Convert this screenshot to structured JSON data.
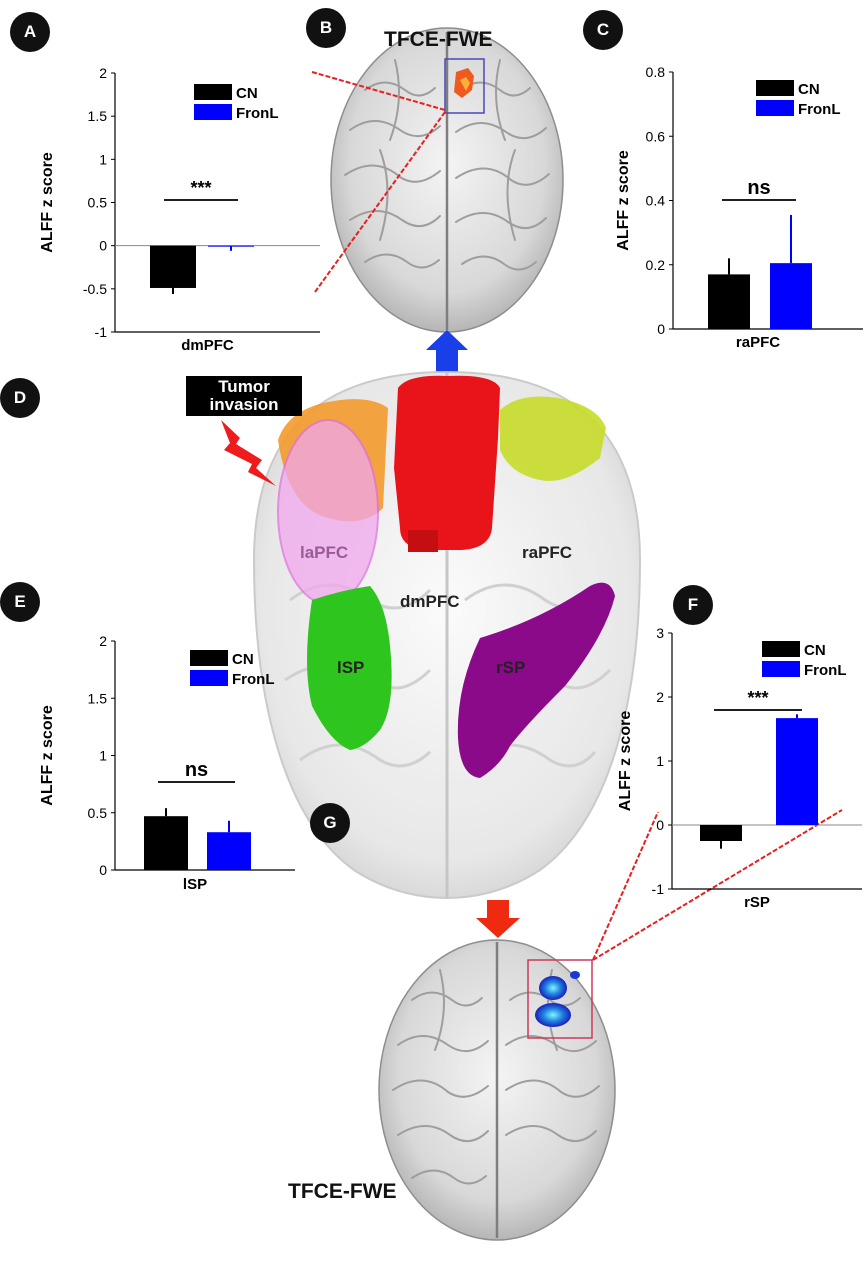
{
  "figure": {
    "panel_labels": [
      "A",
      "B",
      "C",
      "D",
      "E",
      "F",
      "G"
    ],
    "tfce_top": "TFCE-FWE",
    "tfce_bottom": "TFCE-FWE",
    "tumor_line1": "Tumor",
    "tumor_line2": "invasion",
    "regions": {
      "laPFC": "laPFC",
      "raPFC": "raPFC",
      "dmPFC": "dmPFC",
      "lSP": "lSP",
      "rSP": "rSP"
    },
    "colors": {
      "CN": "#000000",
      "FronL": "#0000ff",
      "dmPFC_roi": "#e8141a",
      "raPFC_roi": "#c6dc2a",
      "laPFC_roi": "#f39a2b",
      "lSP_roi": "#2ec51f",
      "rSP_roi": "#8a0a8a",
      "tumor_ellipse": "#f0a8ee",
      "arrow_up": "#1a3ee8",
      "arrow_down": "#f02a10"
    }
  },
  "chart_data": [
    {
      "panel": "A",
      "type": "bar",
      "xlabel": "dmPFC",
      "ylabel": "ALFF z score",
      "ylim": [
        -1,
        2
      ],
      "yticks": [
        -1,
        -0.5,
        0,
        0.5,
        1,
        1.5,
        2
      ],
      "ytick_labels": [
        "-1",
        "-0.5",
        "0",
        "0.5",
        "1",
        "1.5",
        "2"
      ],
      "legend": [
        "CN",
        "FronL"
      ],
      "legend_position": "top-right",
      "series": [
        {
          "name": "CN",
          "value": -0.49,
          "error": 0.07
        },
        {
          "name": "FronL",
          "value": -0.01,
          "error": 0.05
        }
      ],
      "significance": "***"
    },
    {
      "panel": "C",
      "type": "bar",
      "xlabel": "raPFC",
      "ylabel": "ALFF z score",
      "ylim": [
        0,
        0.8
      ],
      "yticks": [
        0,
        0.2,
        0.4,
        0.6,
        0.8
      ],
      "ytick_labels": [
        "0",
        "0.2",
        "0.4",
        "0.6",
        "0.8"
      ],
      "legend": [
        "CN",
        "FronL"
      ],
      "legend_position": "top-right",
      "series": [
        {
          "name": "CN",
          "value": 0.17,
          "error": 0.05
        },
        {
          "name": "FronL",
          "value": 0.205,
          "error": 0.15
        }
      ],
      "significance": "ns"
    },
    {
      "panel": "E",
      "type": "bar",
      "xlabel": "lSP",
      "ylabel": "ALFF z score",
      "ylim": [
        0,
        2
      ],
      "yticks": [
        0,
        0.5,
        1,
        1.5,
        2
      ],
      "ytick_labels": [
        "0",
        "0.5",
        "1",
        "1.5",
        "2"
      ],
      "legend": [
        "CN",
        "FronL"
      ],
      "legend_position": "top-right",
      "series": [
        {
          "name": "CN",
          "value": 0.47,
          "error": 0.07
        },
        {
          "name": "FronL",
          "value": 0.33,
          "error": 0.1
        }
      ],
      "significance": "ns"
    },
    {
      "panel": "F",
      "type": "bar",
      "xlabel": "rSP",
      "ylabel": "ALFF z score",
      "ylim": [
        -1,
        3
      ],
      "yticks": [
        -1,
        0,
        1,
        2,
        3
      ],
      "ytick_labels": [
        "-1",
        "0",
        "1",
        "2",
        "3"
      ],
      "legend": [
        "CN",
        "FronL"
      ],
      "legend_position": "top-right",
      "series": [
        {
          "name": "CN",
          "value": -0.25,
          "error": 0.12
        },
        {
          "name": "FronL",
          "value": 1.67,
          "error": 0.06
        }
      ],
      "significance": "***"
    }
  ]
}
